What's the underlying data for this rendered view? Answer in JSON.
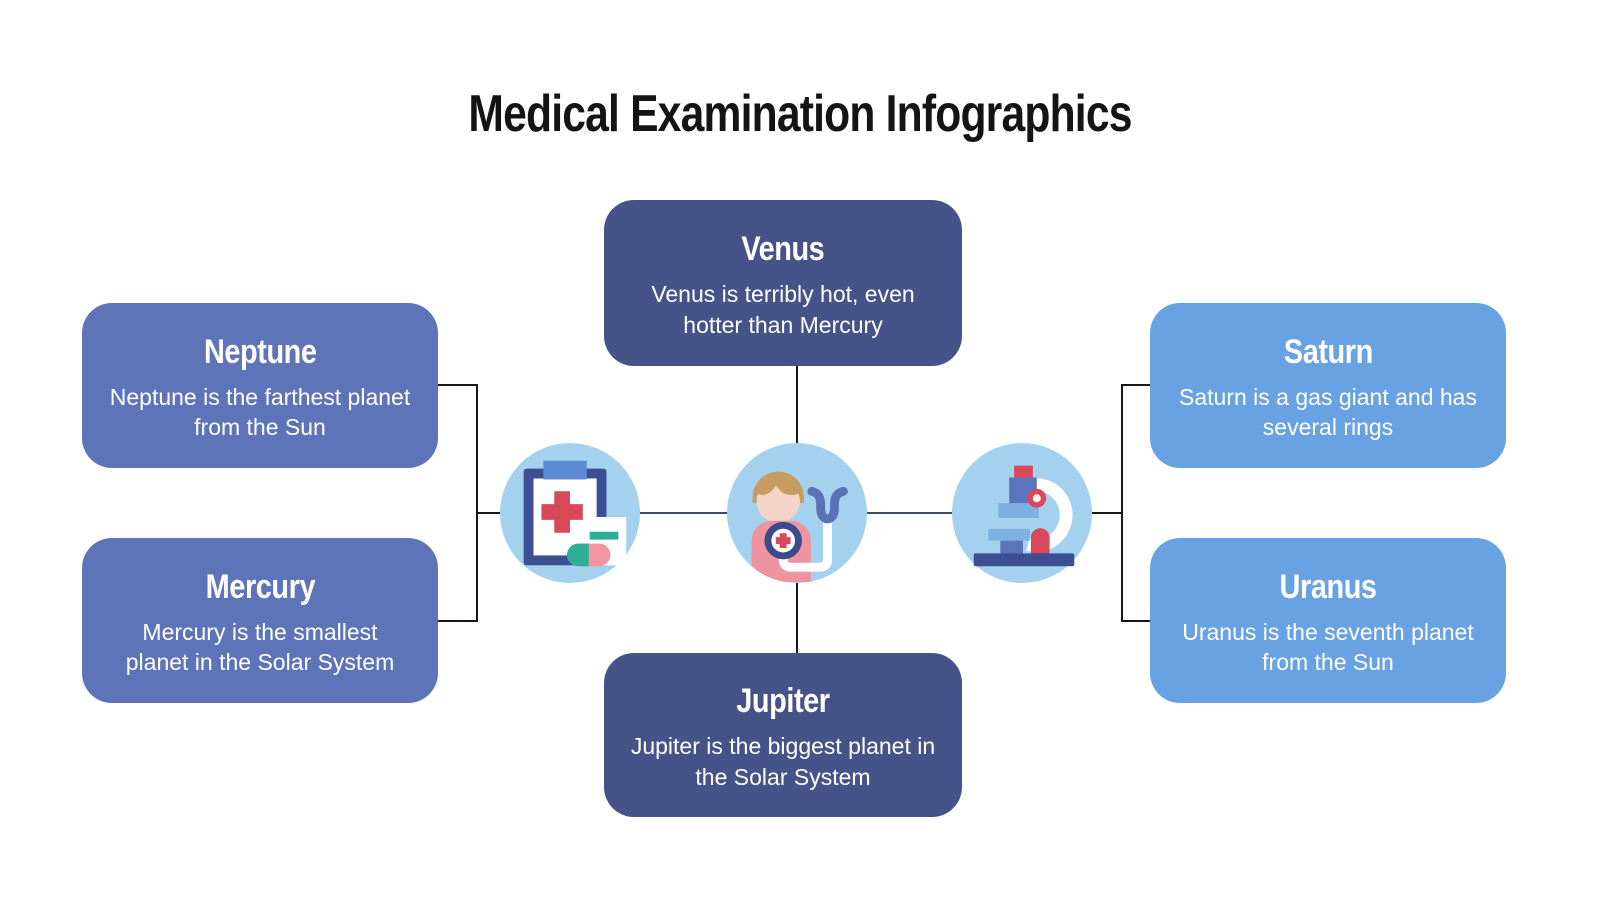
{
  "title": "Medical Examination Infographics",
  "cards": {
    "venus": {
      "title": "Venus",
      "description": "Venus is terribly hot, even hotter than Mercury",
      "color": "#465389"
    },
    "neptune": {
      "title": "Neptune",
      "description": "Neptune is the farthest planet from the Sun",
      "color": "#5d74b9"
    },
    "mercury": {
      "title": "Mercury",
      "description": "Mercury is the smallest planet in the Solar System",
      "color": "#5d74b9"
    },
    "saturn": {
      "title": "Saturn",
      "description": "Saturn is a gas giant and has several rings",
      "color": "#68a2e2"
    },
    "uranus": {
      "title": "Uranus",
      "description": "Uranus is the seventh planet from the Sun",
      "color": "#68a2e2"
    },
    "jupiter": {
      "title": "Jupiter",
      "description": "Jupiter is the biggest planet in the Solar System",
      "color": "#465389"
    }
  },
  "icons": {
    "left": "medical-clipboard-icon",
    "center": "doctor-stethoscope-icon",
    "right": "microscope-icon",
    "circle_background": "#a4d2ee"
  },
  "palette": {
    "card_dark": "#465389",
    "card_medium": "#5d74b9",
    "card_light": "#68a2e2",
    "icon_circle": "#a4d2ee",
    "connector_dark": "#16161d",
    "connector_blue": "#3d4a6b",
    "accent_red": "#d8495a",
    "accent_teal": "#2fae96",
    "accent_pink": "#f295a2",
    "clip_blue": "#5b8bd5",
    "navy": "#3b4f92",
    "skin": "#f2d5c8",
    "hair": "#c59d5e",
    "text_on_card": "#ffffff",
    "title_color": "#141414",
    "background": "#ffffff"
  }
}
